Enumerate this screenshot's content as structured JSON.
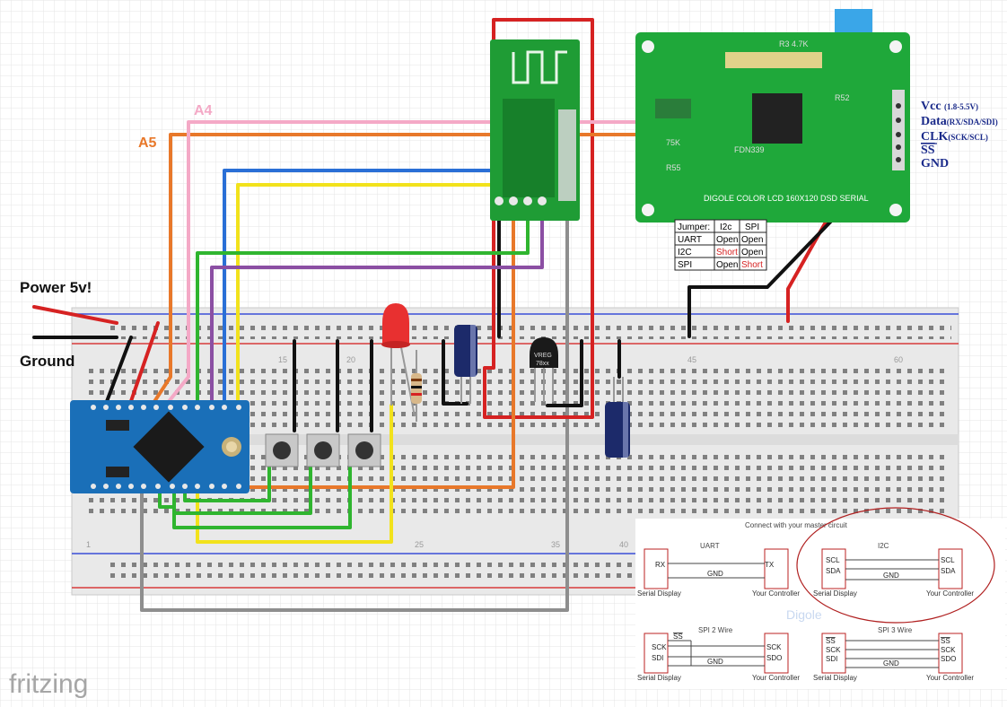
{
  "labels": {
    "power": "Power 5v!",
    "ground": "Ground",
    "a4": "A4",
    "a5": "A5",
    "watermark": "fritzing"
  },
  "lcd": {
    "silkscreen": "DIGOLE COLOR LCD 160X120 DSD SERIAL",
    "pins": [
      {
        "name": "Vcc",
        "note": "(1.8-5.5V)"
      },
      {
        "name": "Data",
        "note": "(RX/SDA/SDI)"
      },
      {
        "name": "CLK",
        "note": "(SCK/SCL)"
      },
      {
        "name": "SS",
        "note": ""
      },
      {
        "name": "GND",
        "note": ""
      }
    ]
  },
  "jumper_table": {
    "headers": [
      "Jumper:",
      "I2c",
      "SPI"
    ],
    "rows": [
      [
        "UART",
        "Open",
        "Open"
      ],
      [
        "I2C",
        "Short",
        "Open"
      ],
      [
        "SPI",
        "Open",
        "Short"
      ]
    ]
  },
  "connect_panel": {
    "title": "Connect with your master circuit",
    "brand": "Digole",
    "uart": {
      "title": "UART",
      "left": [
        "RX"
      ],
      "right": [
        "TX"
      ],
      "gnd": "GND"
    },
    "i2c": {
      "title": "I2C",
      "left": [
        "SCL",
        "SDA"
      ],
      "right": [
        "SCL",
        "SDA"
      ],
      "gnd": "GND"
    },
    "spi2": {
      "title": "SPI 2 Wire",
      "ss": "SS",
      "left": [
        "SCK",
        "SDI"
      ],
      "right": [
        "SCK",
        "SDO"
      ],
      "gnd": "GND"
    },
    "spi3": {
      "title": "SPI 3 Wire",
      "left": [
        "SS",
        "SCK",
        "SDI"
      ],
      "right": [
        "SS",
        "SCK",
        "SDO"
      ],
      "gnd": "GND"
    },
    "serial_display": "Serial Display",
    "your_controller": "Your Controller"
  },
  "colors": {
    "red": "#d62222",
    "black": "#111111",
    "pink": "#f4a9c6",
    "orange": "#e8782a",
    "yellow": "#f2e21c",
    "blue": "#2a6fd6",
    "green": "#2fb52f",
    "purple": "#8b4fa3",
    "grey": "#8e8e8e",
    "pcb_green": "#1f9c35",
    "arduino_blue": "#1a6fb8"
  }
}
